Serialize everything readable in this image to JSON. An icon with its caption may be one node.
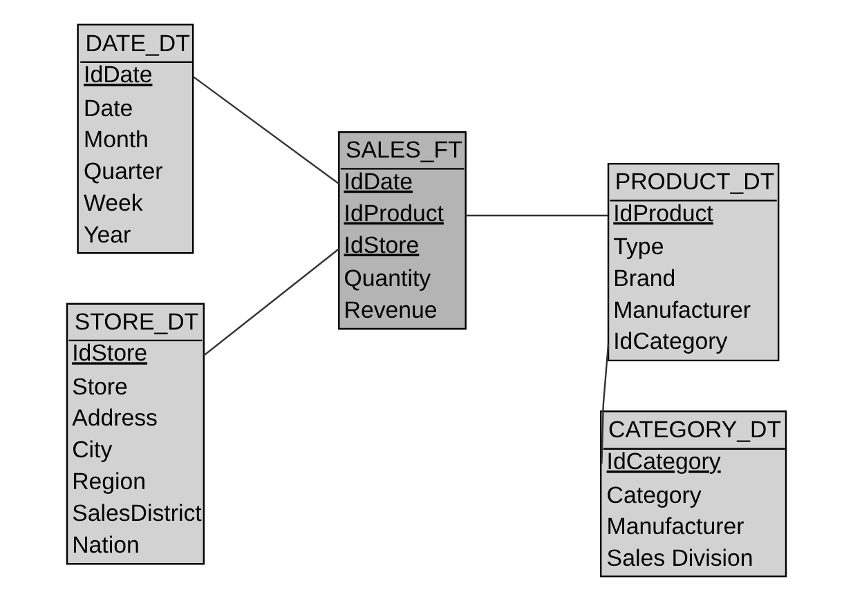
{
  "diagram": {
    "nodes": [
      {
        "text": [
          "DATE_DT",
          "IdDate",
          "Date",
          "Month",
          "Quarter",
          "Week",
          "Year"
        ]
      },
      {
        "text": [
          "STORE_DT",
          "IdStore",
          "Store",
          "Address",
          "City",
          "Region",
          "SalesDistrict",
          "Nation"
        ]
      },
      {
        "text": [
          "SALES_FT",
          "IdDate",
          "IdProduct",
          "IdStore",
          "Quantity",
          "Revenue"
        ]
      },
      {
        "text": [
          "PRODUCT_DT",
          "IdProduct",
          "Type",
          "Brand",
          "Manufacturer",
          "IdCategory"
        ]
      },
      {
        "text": [
          "CATEGORY_DT",
          "IdCategory",
          "Category",
          "Manufacturer",
          "Sales Division"
        ]
      }
    ],
    "edges": [
      {
        "from": 0,
        "to": 2,
        "arrow": "none"
      },
      {
        "from": 1,
        "to": 2,
        "arrow": "none"
      },
      {
        "from": 2,
        "to": 3,
        "arrow": "none"
      },
      {
        "from": 3,
        "to": 4,
        "arrow": "none"
      }
    ]
  }
}
